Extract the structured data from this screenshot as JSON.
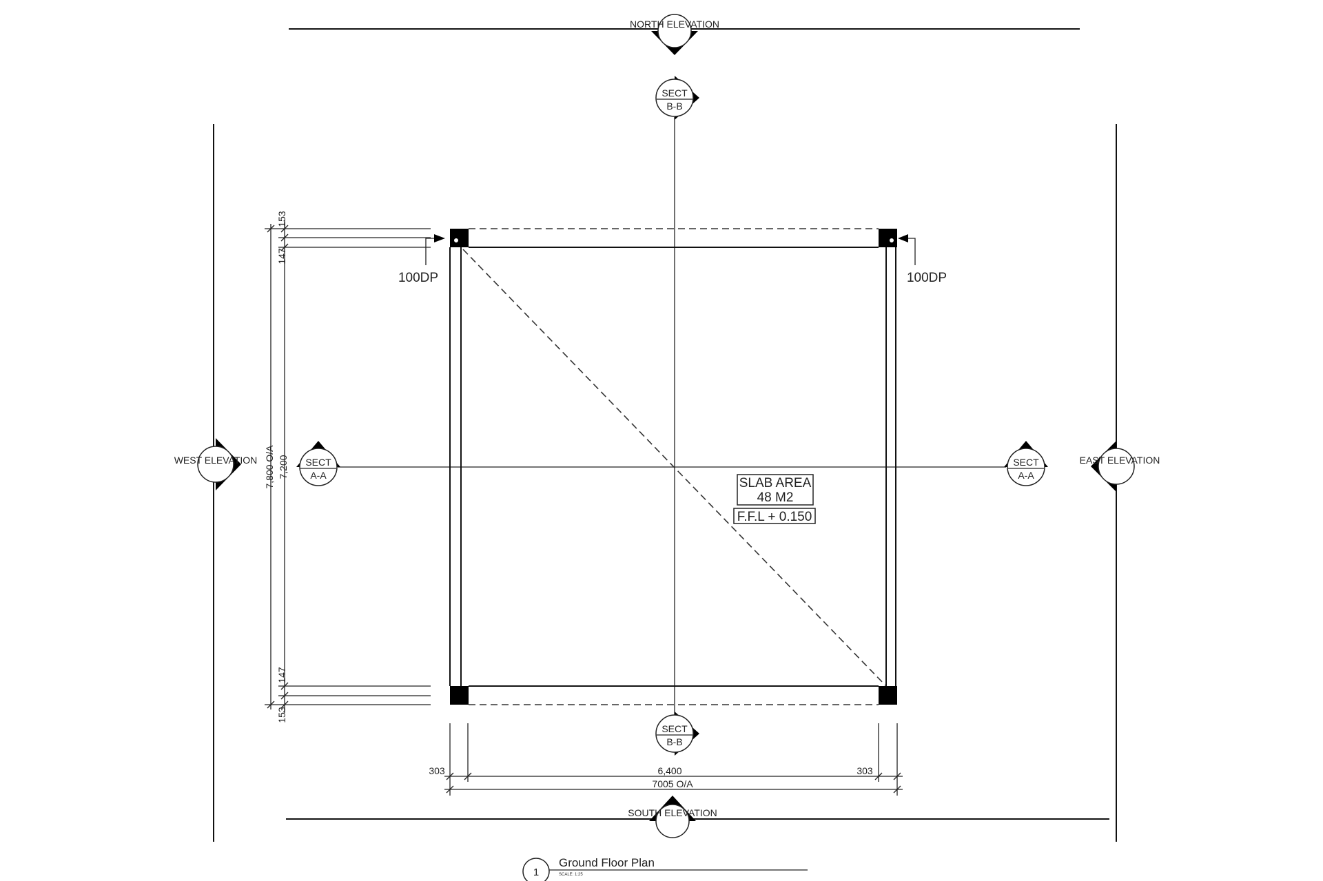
{
  "drawing": {
    "elevations": {
      "north": "NORTH ELEVATION",
      "south": "SOUTH ELEVATION",
      "west": "WEST ELEVATION",
      "east": "EAST ELEVATION"
    },
    "sections": {
      "top_bb": {
        "line1": "SECT",
        "line2": "B-B"
      },
      "bottom_bb": {
        "line1": "SECT",
        "line2": "B-B"
      },
      "left_aa": {
        "line1": "SECT",
        "line2": "A-A"
      },
      "right_aa": {
        "line1": "SECT",
        "line2": "A-A"
      }
    },
    "downpipes": {
      "left": "100DP",
      "right": "100DP"
    },
    "slab": {
      "area_title": "SLAB AREA",
      "area_value": "48 M2",
      "ffl": "F.F.L + 0.150"
    },
    "dimensions": {
      "vertical": {
        "top_outer": "153",
        "top_inner": "147",
        "bottom_inner": "147",
        "bottom_outer": "153",
        "overall": "7,800 O/A",
        "internal": "7,200"
      },
      "horizontal": {
        "left": "303",
        "middle": "6,400",
        "right": "303",
        "overall": "7005 O/A"
      }
    },
    "title": {
      "number": "1",
      "name": "Ground Floor Plan",
      "scale": "SCALE: 1:25"
    }
  }
}
